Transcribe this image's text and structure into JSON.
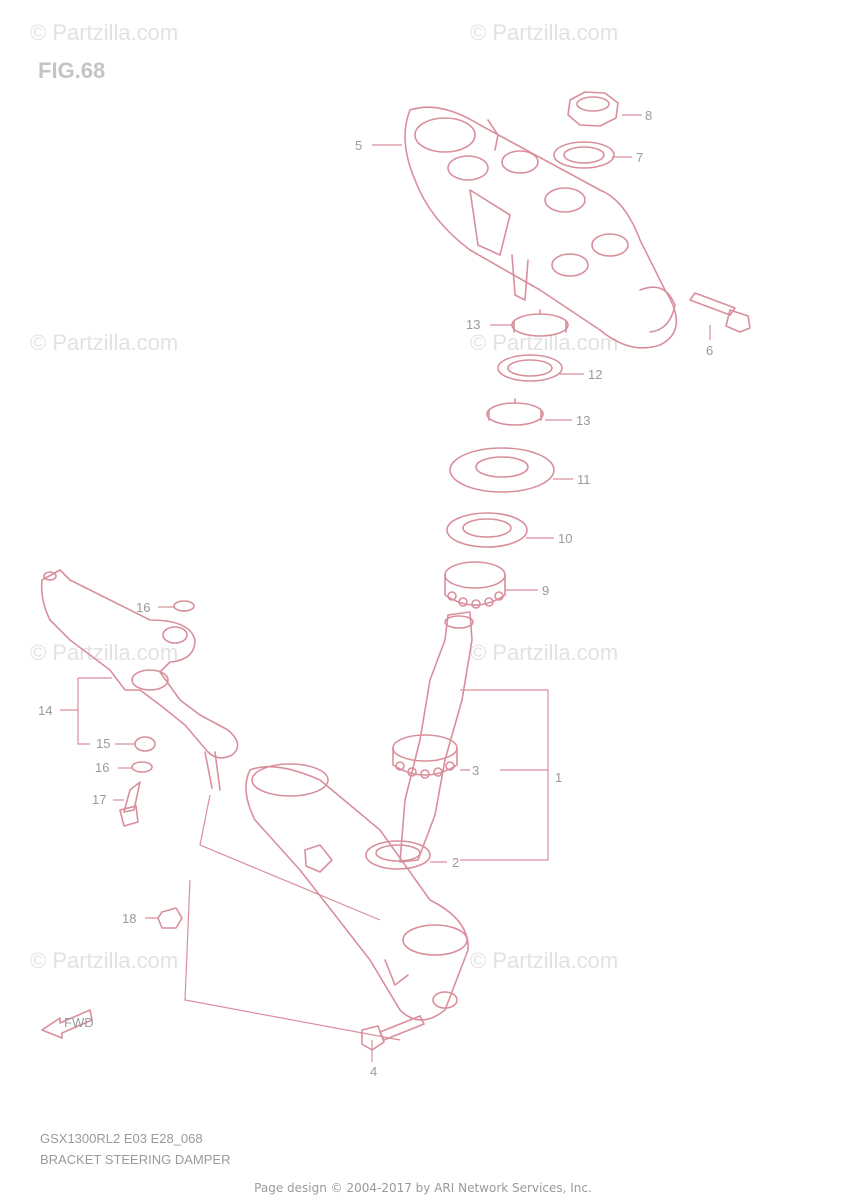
{
  "figure_label": "FIG.68",
  "watermark": "© Partzilla.com",
  "model_code": "GSX1300RL2 E03 E28_068",
  "diagram_title": "BRACKET STEERING DAMPER",
  "footer": "Page design © 2004-2017 by ARI Network Services, Inc.",
  "front_marker": "FWD",
  "callouts": [
    "1",
    "2",
    "3",
    "4",
    "5",
    "6",
    "7",
    "8",
    "9",
    "10",
    "11",
    "12",
    "13",
    "13",
    "14",
    "15",
    "16",
    "16",
    "17",
    "18"
  ],
  "colors": {
    "line": "#d98f9b",
    "text": "#9a9a9a",
    "watermark": "#e2e2e2"
  }
}
